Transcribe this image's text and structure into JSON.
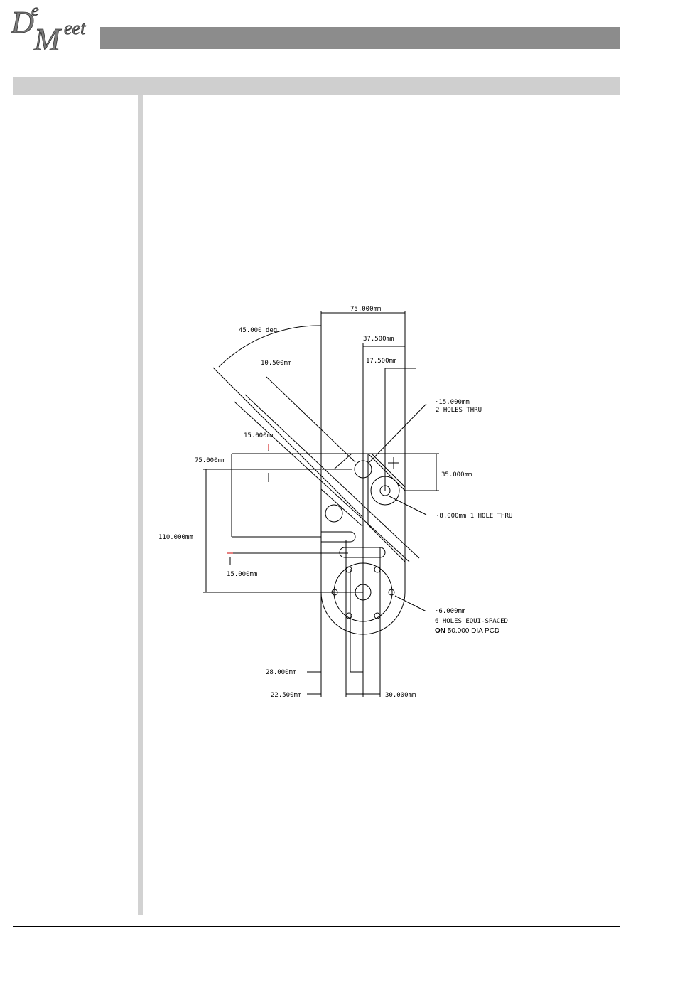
{
  "logo": {
    "text": "DeMeet"
  },
  "drawing": {
    "dims": {
      "top_width": "75.000mm",
      "mid_width": "37.500mm",
      "right_offset": "17.500mm",
      "angle": "45.000 deg",
      "diag_width": "10.500mm",
      "slot_top": "15.000mm",
      "left_75": "75.000mm",
      "left_110": "110.000mm",
      "slot_bottom": "15.000mm",
      "right_35": "35.000mm",
      "bottom_28": "28.000mm",
      "bottom_22": "22.500mm",
      "bottom_30": "30.000mm"
    },
    "notes": {
      "hole15_dia": "·15.000mm",
      "hole15_desc": "2 HOLES THRU",
      "hole8": "·8.000mm  1 HOLE THRU",
      "hole6_dia": "·6.000mm",
      "hole6_desc": "6 HOLES EQUI-SPACED",
      "pcd_on": "ON",
      "pcd_rest": " 50.000 DIA PCD"
    }
  }
}
